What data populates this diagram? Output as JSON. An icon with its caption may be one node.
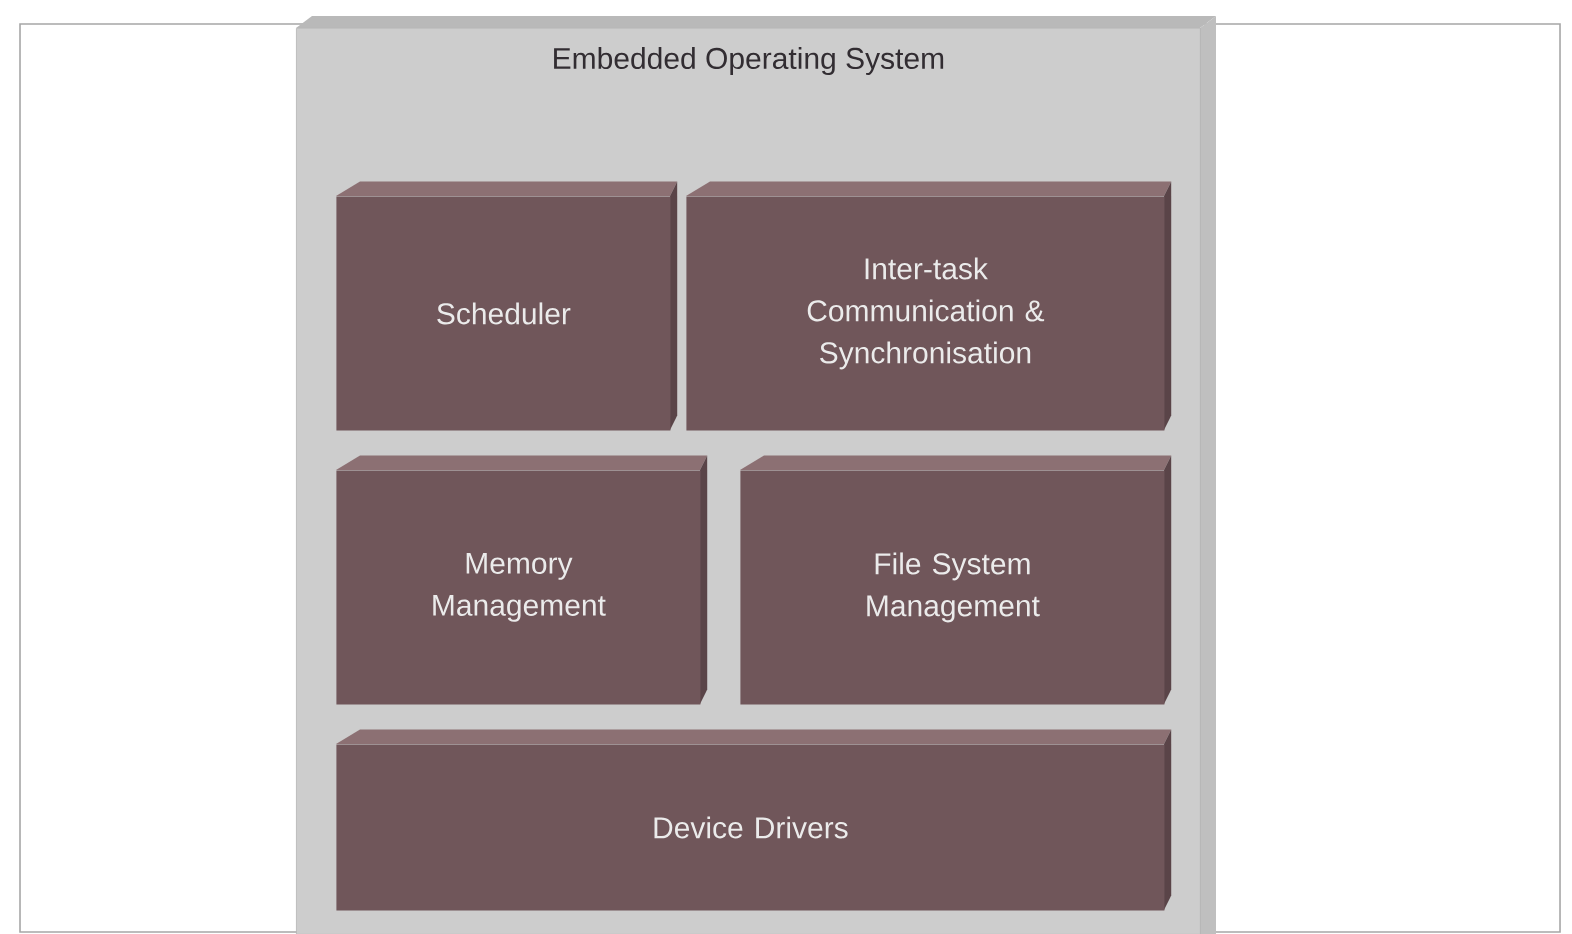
{
  "diagram": {
    "nodes": [
      {
        "text": [
          "Embedded Operating System"
        ]
      },
      {
        "text": [
          "Scheduler"
        ],
        "in": 0
      },
      {
        "text": [
          "Inter-task Communication & Synchronisation"
        ],
        "in": 0
      },
      {
        "text": [
          "Memory Management"
        ],
        "in": 0
      },
      {
        "text": [
          "File System Management"
        ],
        "in": 0
      },
      {
        "text": [
          "Device Drivers"
        ],
        "in": 0
      }
    ]
  }
}
